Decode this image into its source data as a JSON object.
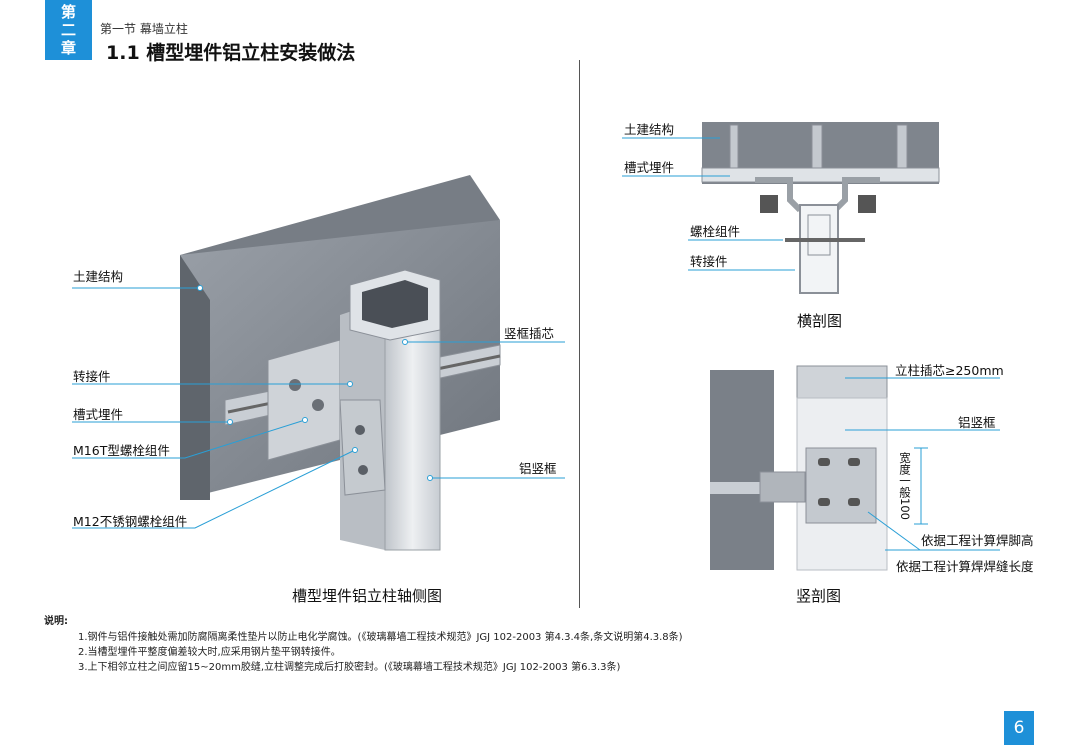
{
  "chapter_tab": [
    "第",
    "二",
    "章"
  ],
  "section_label": "第一节 幕墙立柱",
  "page_title": "1.1 槽型埋件铝立柱安装做法",
  "left_figure": {
    "caption": "槽型埋件铝立柱轴侧图",
    "labels": {
      "civil": "土建结构",
      "adapter": "转接件",
      "channel": "槽式埋件",
      "m16": "M16T型螺栓组件",
      "m12": "M12不锈钢螺栓组件",
      "core": "竖框插芯",
      "mullion": "铝竖框"
    }
  },
  "cross_section": {
    "caption": "横剖图",
    "labels": {
      "civil": "土建结构",
      "channel": "槽式埋件",
      "bolt": "螺栓组件",
      "adapter": "转接件"
    }
  },
  "vertical_section": {
    "caption": "竖剖图",
    "labels": {
      "core": "立柱插芯≥250mm",
      "mullion": "铝竖框",
      "width": "宽度一般100",
      "weld_height": "依据工程计算焊脚高",
      "weld_length": "依据工程计算焊焊缝长度"
    }
  },
  "notes": {
    "heading": "说明:",
    "items": [
      "1.钢件与铝件接触处需加防腐隔离柔性垫片以防止电化学腐蚀。(《玻璃幕墙工程技术规范》JGJ 102-2003 第4.3.4条,条文说明第4.3.8条)",
      "2.当槽型埋件平整度偏差较大时,应采用钢片垫平钢转接件。",
      "3.上下相邻立柱之间应留15~20mm胶缝,立柱调整完成后打胶密封。(《玻璃幕墙工程技术规范》JGJ 102-2003 第6.3.3条)"
    ]
  },
  "page_number": "6",
  "colors": {
    "accent": "#1e90d8",
    "concrete": "#8a9099",
    "aluminum": "#d6dadf",
    "leader": "#2a9fd6"
  }
}
